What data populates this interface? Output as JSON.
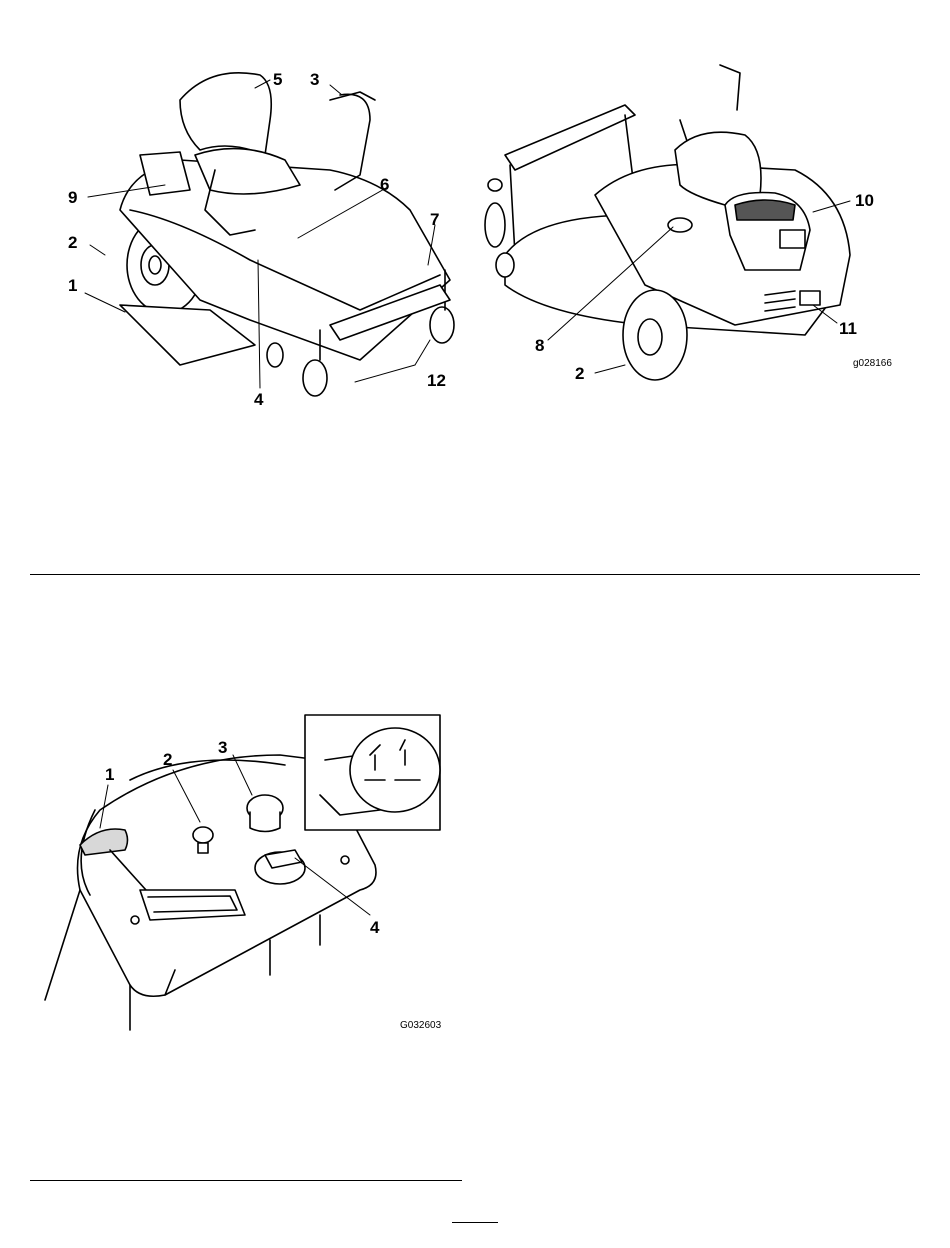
{
  "figure_top": {
    "left_callouts": [
      "5",
      "3",
      "9",
      "6",
      "7",
      "2",
      "1",
      "4",
      "12"
    ],
    "right_callouts": [
      "10",
      "8",
      "11",
      "2"
    ],
    "graphic_code": "g028166"
  },
  "figure_bottom": {
    "callouts": [
      "1",
      "2",
      "3",
      "4"
    ],
    "graphic_code": "G032603"
  }
}
